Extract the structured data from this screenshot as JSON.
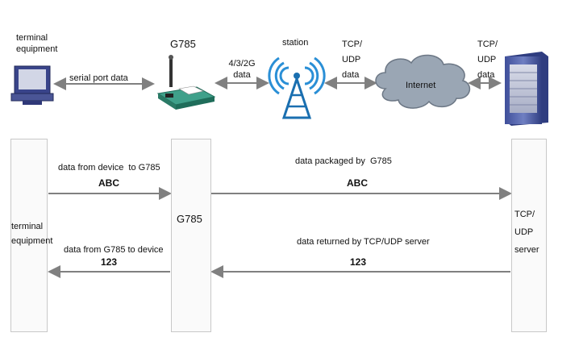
{
  "top": {
    "terminal_label": [
      "terminal",
      "equipment"
    ],
    "serial_label": "serial port data",
    "g785_title": "G785",
    "cellular_label": [
      "4/3/2G",
      "data"
    ],
    "station_label": "station",
    "tcp_left_label": [
      "TCP/",
      "UDP",
      "data"
    ],
    "internet_label": "Internet",
    "tcp_right_label": [
      "TCP/",
      "UDP",
      "data"
    ]
  },
  "seq": {
    "terminal_lane": [
      "terminal",
      "equipment"
    ],
    "g785_lane": "G785",
    "server_lane": [
      "TCP/",
      "UDP",
      "server"
    ],
    "msg1_text": "data from device  to G785",
    "msg1_value": "ABC",
    "msg2_text": "data packaged by  G785",
    "msg2_value": "ABC",
    "msg3_text": "data returned by TCP/UDP server",
    "msg3_value": "123",
    "msg4_text": "data from G785 to device",
    "msg4_value": "123"
  },
  "colors": {
    "arrow": "#808080",
    "cloud": "#9aa6b4",
    "signal": "#2a8fd6",
    "board": "#3fa08a"
  }
}
